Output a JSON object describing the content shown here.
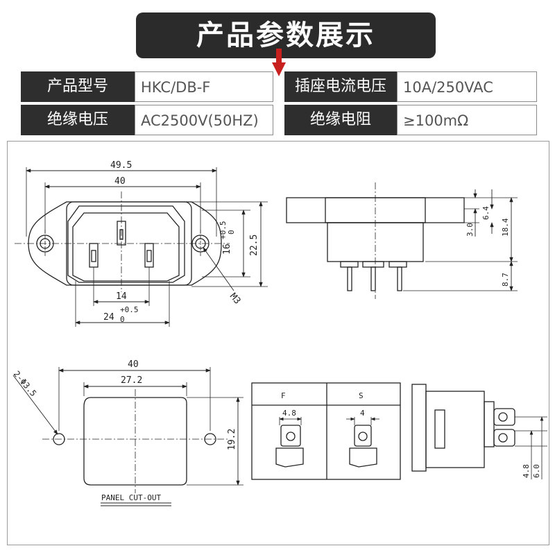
{
  "banner": {
    "title": "产品参数展示"
  },
  "specs": [
    {
      "label": "产品型号",
      "value": "HKC/DB-F"
    },
    {
      "label": "插座电流电压",
      "value": "10A/250VAC"
    },
    {
      "label": "绝缘电压",
      "value": "AC2500V(50HZ)"
    },
    {
      "label": "绝缘电阻",
      "value": "≥100mΩ"
    }
  ],
  "drawing": {
    "front": {
      "d_49_5": "49.5",
      "d_40": "40",
      "d_tol_up": "+0.5",
      "d_tol_lo": "0",
      "d_16": "16",
      "d_22_5": "22.5",
      "d_14": "14",
      "d_24": "24",
      "d_24_tol_up": "+0.5",
      "d_24_tol_lo": "0",
      "m3": "M3"
    },
    "side": {
      "d_6_4": "6.4",
      "d_3_0": "3.0",
      "d_18_4": "18.4",
      "d_8_7": "8.7"
    },
    "cutout": {
      "d_40": "40",
      "d_27_2": "27.2",
      "d_19_2": "19.2",
      "hole": "2-Φ3.5",
      "title": "PANEL CUT-OUT"
    },
    "variants": {
      "f_label": "F",
      "s_label": "S",
      "f_dim": "4.8",
      "s_dim": "4"
    },
    "side2": {
      "d_4_8": "4.8",
      "d_6_0": "6.0"
    }
  }
}
